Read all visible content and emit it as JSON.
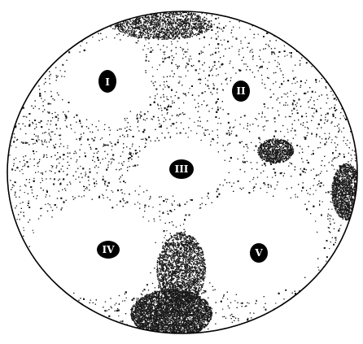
{
  "figure": {
    "colors": {
      "background": "#ffffff",
      "plate_outline": "#000000",
      "speckle": "#1a1a1a",
      "disc_fill": "#000000",
      "disc_label": "#ffffff"
    },
    "discs": [
      {
        "id": "I",
        "label": "I"
      },
      {
        "id": "II",
        "label": "II"
      },
      {
        "id": "III",
        "label": "III"
      },
      {
        "id": "IV",
        "label": "IV"
      },
      {
        "id": "V",
        "label": "V"
      }
    ]
  }
}
